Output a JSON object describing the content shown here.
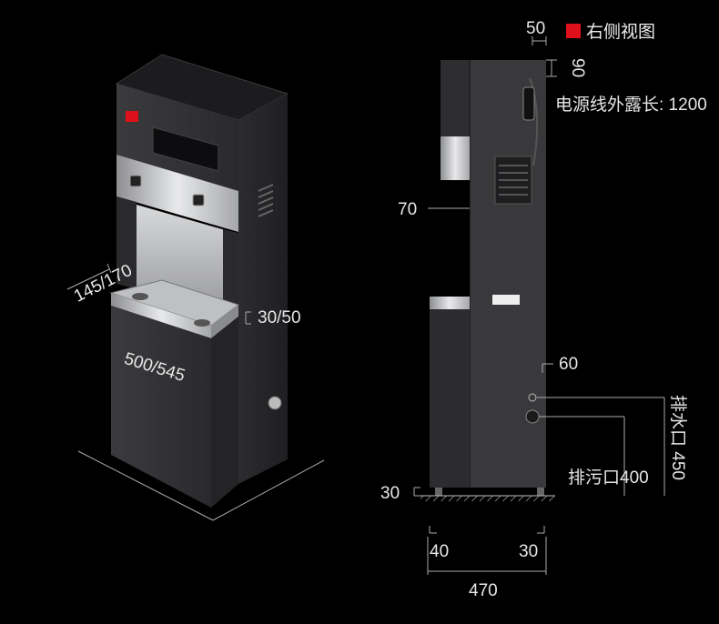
{
  "legend": {
    "label": "右侧视图",
    "color": "#e0101a"
  },
  "dimensions": {
    "depth_top": "145/170",
    "side_inset": "30/50",
    "width_front": "500/545",
    "top_offset": "50",
    "top_drop": "90",
    "power_cord": "电源线外露长: 1200",
    "tap_offset": "70",
    "right_offset": "60",
    "floor_gap": "30",
    "drain_port": "排水口 450",
    "sewage_port": "排污口400",
    "foot_left": "40",
    "foot_right": "30",
    "total_depth": "470"
  },
  "colors": {
    "cabinet_dark": "#2a2a2c",
    "cabinet_mid": "#3a3a3d",
    "steel": "#c9cacc",
    "accent_red": "#e0101a"
  }
}
